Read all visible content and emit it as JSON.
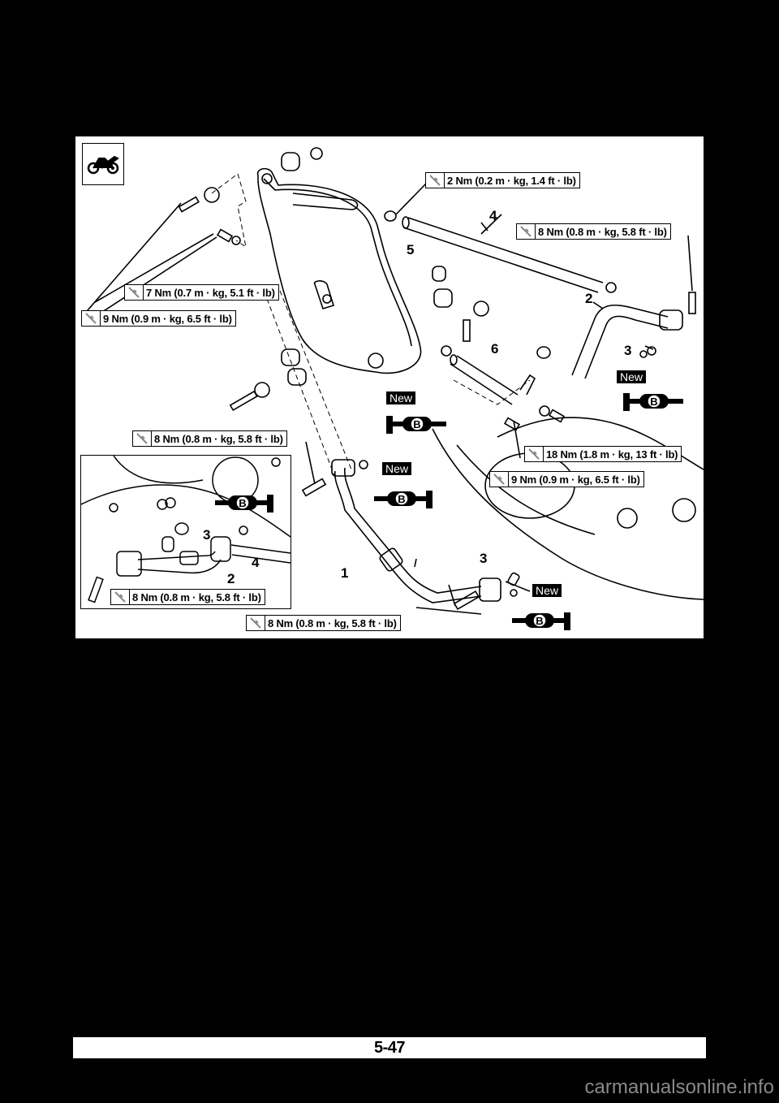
{
  "page": {
    "page_number": "5-47",
    "watermark": "carmanualsonline.info"
  },
  "figure": {
    "icon": "motorcycle-icon",
    "part_numbers": [
      "1",
      "2",
      "3",
      "4",
      "5",
      "6"
    ],
    "new_label": "New",
    "grease_label": "B",
    "torque_specs": [
      "2 Nm (0.2 m · kg, 1.4 ft · lb)",
      "8 Nm (0.8 m · kg, 5.8 ft · lb)",
      "7 Nm (0.7 m · kg, 5.1 ft · lb)",
      "9 Nm (0.9 m · kg, 6.5 ft · lb)",
      "8 Nm (0.8 m · kg, 5.8 ft · lb)",
      "18 Nm (1.8 m · kg, 13 ft · lb)",
      "9 Nm (0.9 m · kg, 6.5 ft · lb)",
      "8 Nm (0.8 m · kg, 5.8 ft · lb)",
      "8 Nm (0.8 m · kg, 5.8 ft · lb)"
    ],
    "inset_part_numbers": [
      "3",
      "4",
      "2"
    ]
  }
}
